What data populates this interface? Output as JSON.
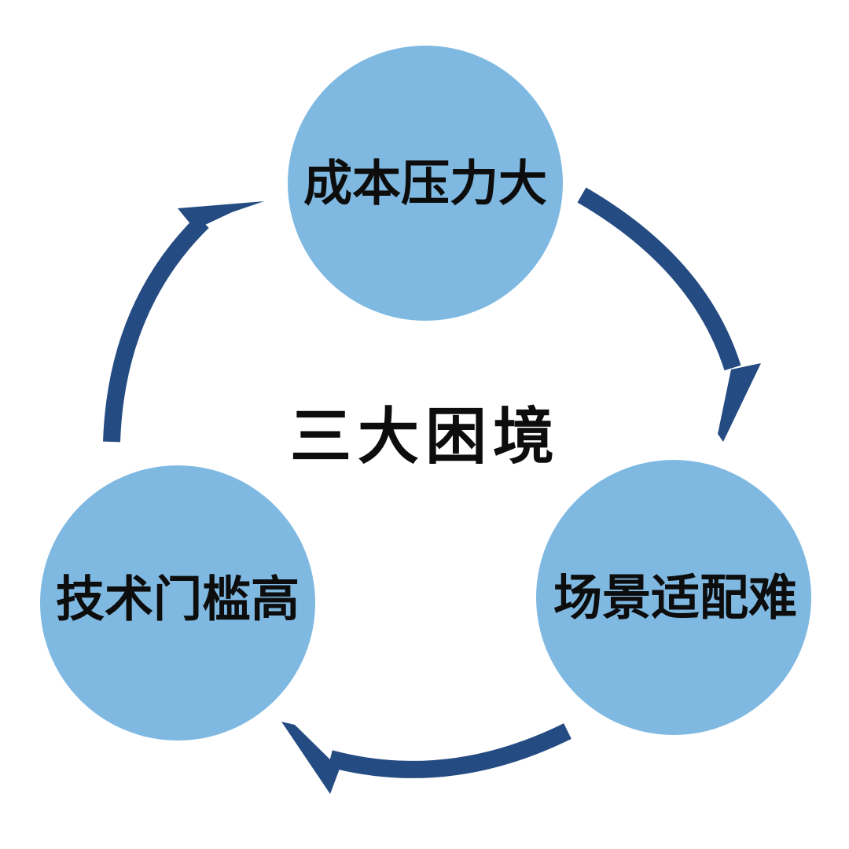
{
  "center": {
    "label": "三大困境"
  },
  "nodes": [
    {
      "id": "cost",
      "label": "成本压力大"
    },
    {
      "id": "scene",
      "label": "场景适配难"
    },
    {
      "id": "tech",
      "label": "技术门槛高"
    }
  ],
  "colors": {
    "circle_fill": "#7fb9e2",
    "arrow_fill": "#254c82",
    "text": "#0d0d0d",
    "background": "#ffffff"
  },
  "cycle_direction": "clockwise"
}
